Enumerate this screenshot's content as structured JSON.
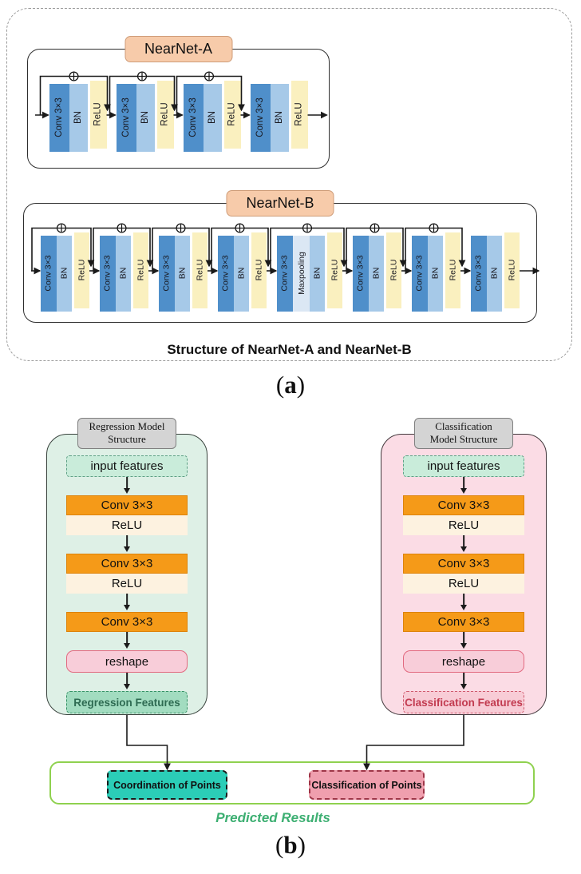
{
  "figure": {
    "panel_a": {
      "caption": "Structure of NearNet-A and NearNet-B",
      "tag": "a",
      "networks": [
        {
          "name": "NearNet-A",
          "blocks": [
            {
              "skip": true,
              "layers": [
                {
                  "type": "conv",
                  "label": "Conv 3×3"
                },
                {
                  "type": "bn",
                  "label": "BN"
                },
                {
                  "type": "relu",
                  "label": "ReLU"
                }
              ]
            },
            {
              "skip": true,
              "layers": [
                {
                  "type": "conv",
                  "label": "Conv 3×3"
                },
                {
                  "type": "bn",
                  "label": "BN"
                },
                {
                  "type": "relu",
                  "label": "ReLU"
                }
              ]
            },
            {
              "skip": true,
              "layers": [
                {
                  "type": "conv",
                  "label": "Conv 3×3"
                },
                {
                  "type": "bn",
                  "label": "BN"
                },
                {
                  "type": "relu",
                  "label": "ReLU"
                }
              ]
            },
            {
              "skip": false,
              "layers": [
                {
                  "type": "conv",
                  "label": "Conv 3×3"
                },
                {
                  "type": "bn",
                  "label": "BN"
                },
                {
                  "type": "relu",
                  "label": "ReLU"
                }
              ]
            }
          ]
        },
        {
          "name": "NearNet-B",
          "blocks": [
            {
              "skip": true,
              "layers": [
                {
                  "type": "conv",
                  "label": "Conv 3×3"
                },
                {
                  "type": "bn",
                  "label": "BN"
                },
                {
                  "type": "relu",
                  "label": "ReLU"
                }
              ]
            },
            {
              "skip": true,
              "layers": [
                {
                  "type": "conv",
                  "label": "Conv 3×3"
                },
                {
                  "type": "bn",
                  "label": "BN"
                },
                {
                  "type": "relu",
                  "label": "ReLU"
                }
              ]
            },
            {
              "skip": true,
              "layers": [
                {
                  "type": "conv",
                  "label": "Conv 3×3"
                },
                {
                  "type": "bn",
                  "label": "BN"
                },
                {
                  "type": "relu",
                  "label": "ReLU"
                }
              ]
            },
            {
              "skip": true,
              "layers": [
                {
                  "type": "conv",
                  "label": "Conv 3×3"
                },
                {
                  "type": "bn",
                  "label": "BN"
                },
                {
                  "type": "relu",
                  "label": "ReLU"
                }
              ]
            },
            {
              "skip": true,
              "layers": [
                {
                  "type": "conv",
                  "label": "Conv 3×3"
                },
                {
                  "type": "pool",
                  "label": "Maxpooling"
                },
                {
                  "type": "bn",
                  "label": "BN"
                },
                {
                  "type": "relu",
                  "label": "ReLU"
                }
              ]
            },
            {
              "skip": true,
              "layers": [
                {
                  "type": "conv",
                  "label": "Conv 3×3"
                },
                {
                  "type": "bn",
                  "label": "BN"
                },
                {
                  "type": "relu",
                  "label": "ReLU"
                }
              ]
            },
            {
              "skip": true,
              "layers": [
                {
                  "type": "conv",
                  "label": "Conv 3×3"
                },
                {
                  "type": "bn",
                  "label": "BN"
                },
                {
                  "type": "relu",
                  "label": "ReLU"
                }
              ]
            },
            {
              "skip": false,
              "layers": [
                {
                  "type": "conv",
                  "label": "Conv 3×3"
                },
                {
                  "type": "bn",
                  "label": "BN"
                },
                {
                  "type": "relu",
                  "label": "ReLU"
                }
              ]
            }
          ]
        }
      ]
    },
    "panel_b": {
      "tag": "b",
      "models": [
        {
          "variant": "green",
          "title_lines": [
            "Regression Model",
            "Structure"
          ],
          "stack": [
            [
              {
                "type": "input",
                "label": "input features"
              }
            ],
            [
              {
                "type": "conv",
                "label": "Conv 3×3"
              },
              {
                "type": "relu",
                "label": "ReLU"
              }
            ],
            [
              {
                "type": "conv",
                "label": "Conv 3×3"
              },
              {
                "type": "relu",
                "label": "ReLU"
              }
            ],
            [
              {
                "type": "conv",
                "label": "Conv 3×3"
              }
            ],
            [
              {
                "type": "reshape",
                "label": "reshape"
              }
            ],
            [
              {
                "type": "output",
                "label": "Regression Features"
              }
            ]
          ]
        },
        {
          "variant": "pink",
          "title_lines": [
            "Classification",
            "Model Structure"
          ],
          "stack": [
            [
              {
                "type": "input",
                "label": "input features"
              }
            ],
            [
              {
                "type": "conv",
                "label": "Conv 3×3"
              },
              {
                "type": "relu",
                "label": "ReLU"
              }
            ],
            [
              {
                "type": "conv",
                "label": "Conv 3×3"
              },
              {
                "type": "relu",
                "label": "ReLU"
              }
            ],
            [
              {
                "type": "conv",
                "label": "Conv 3×3"
              }
            ],
            [
              {
                "type": "reshape",
                "label": "reshape"
              }
            ],
            [
              {
                "type": "output",
                "label": "Classification Features"
              }
            ]
          ]
        }
      ],
      "results": {
        "items": [
          {
            "label": "Coordination of Points",
            "variant": "teal"
          },
          {
            "label": "Classification of Points",
            "variant": "pink"
          }
        ],
        "caption": "Predicted Results"
      }
    },
    "colors": {
      "conv_slab": "#4f8fca",
      "bn_slab": "#a6c9e8",
      "relu_slab": "#faf0bf",
      "pool_slab": "#dbe7f4",
      "net_label_bg": "#f7cbaa",
      "conv_block": "#f59a18",
      "relu_block": "#fdf2e0",
      "input_bg": "#c9ecda",
      "reshape_bg": "#f8cdd9",
      "green_panel": "#def0e6",
      "pink_panel": "#fbdce5",
      "regression_features_bg": "#a2dcc0",
      "classification_features_bg": "#f8ccd6",
      "teal_result": "#2bcdb7",
      "pink_result": "#ef9fae",
      "results_border": "#8fd14f",
      "predicted_text": "#3daf72",
      "line": "#1a1a1a"
    }
  }
}
